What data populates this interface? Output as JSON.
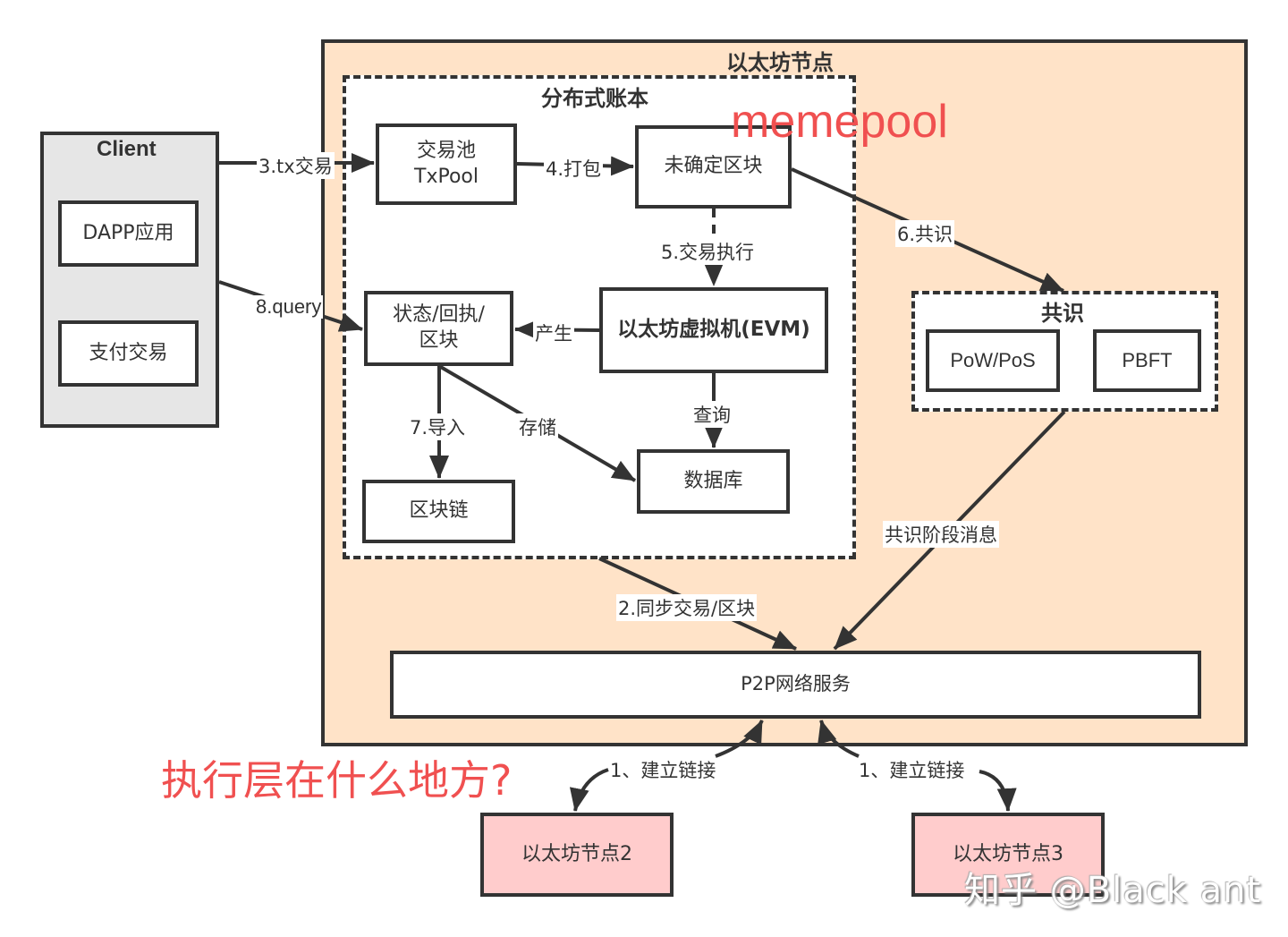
{
  "colors": {
    "node_fill": "#ffe3c8",
    "client_fill": "#e6e6e6",
    "peer_fill": "#ffcccc",
    "stroke": "#333333",
    "annotation_red": "#f05050"
  },
  "client": {
    "title": "Client",
    "items": [
      "DAPP应用",
      "支付交易"
    ]
  },
  "node": {
    "title": "以太坊节点",
    "ledger": {
      "title": "分布式账本",
      "txpool": "交易池\nTxPool",
      "unconfirmed_block": "未确定区块",
      "state": "状态/回执/\n区块",
      "evm": "以太坊虚拟机(EVM)",
      "blockchain": "区块链",
      "database": "数据库"
    },
    "consensus": {
      "title": "共识",
      "items": [
        "PoW/PoS",
        "PBFT"
      ]
    },
    "p2p": "P2P网络服务"
  },
  "peers": [
    "以太坊节点2",
    "以太坊节点3"
  ],
  "edges": {
    "tx": "3.tx交易",
    "pack": "4.打包",
    "exec": "5.交易执行",
    "consensus": "6.共识",
    "query_client": "8.query",
    "produce": "产生",
    "import": "7.导入",
    "store": "存储",
    "query_db": "查询",
    "consensus_msg": "共识阶段消息",
    "sync": "2.同步交易/区块",
    "connect_left": "1、建立链接",
    "connect_right": "1、建立链接"
  },
  "annotations": {
    "memepool": "memepool",
    "question": "执行层在什么地方?"
  },
  "watermark": "知乎 @Black ant"
}
